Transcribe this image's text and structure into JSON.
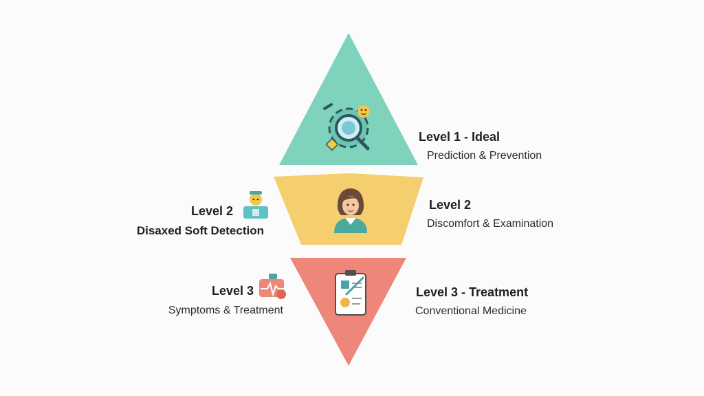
{
  "colors": {
    "level1_fill": "#7fd3bd",
    "level2_fill": "#f5cf6e",
    "level3_fill": "#ee8679",
    "background": "#fbfbfb"
  },
  "levels": [
    {
      "id": "level1",
      "right_title": "Level 1 - Ideal",
      "right_subtitle": "Prediction & Prevention",
      "icon": "magnifier-search-icon"
    },
    {
      "id": "level2",
      "right_title": "Level 2",
      "right_subtitle": "Discomfort & Examination",
      "left_title": "Level 2",
      "left_subtitle": "Disaxed Soft Detection",
      "icon": "doctor-avatar-icon",
      "left_icon": "medical-kit-person-icon"
    },
    {
      "id": "level3",
      "right_title": "Level 3 - Treatment",
      "right_subtitle": "Conventional Medicine",
      "left_title": "Level 3",
      "left_subtitle": "Symptoms & Treatment",
      "icon": "clipboard-report-icon",
      "left_icon": "heartbeat-pill-icon"
    }
  ]
}
